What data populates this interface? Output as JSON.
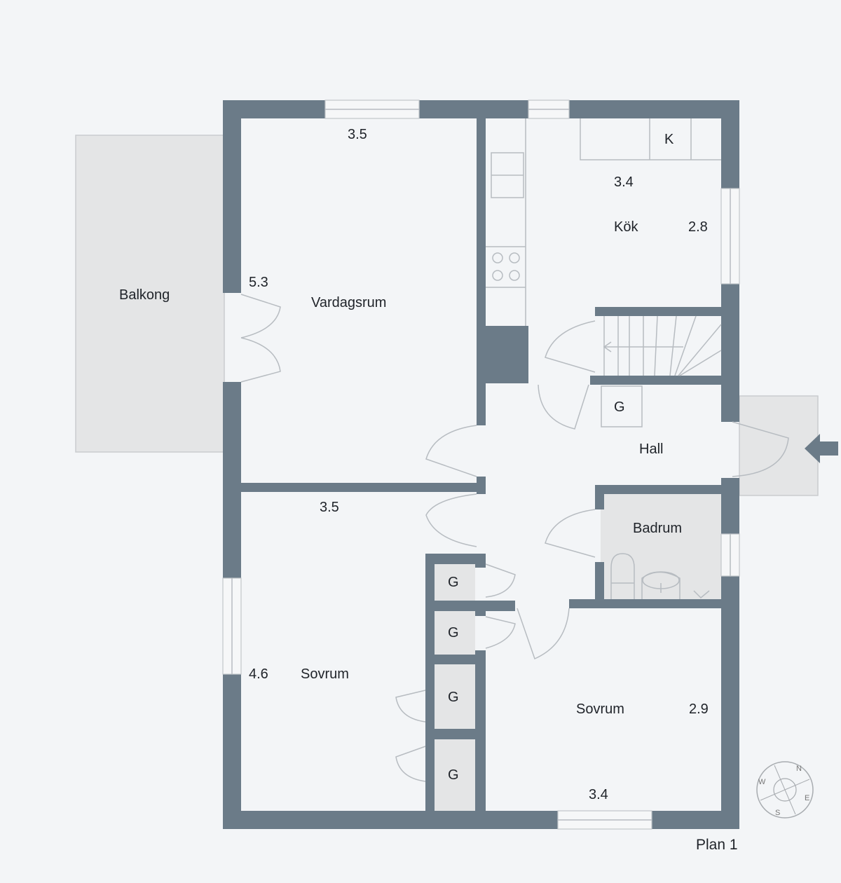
{
  "plan": {
    "title": "Plan 1",
    "colors": {
      "wall": "#6b7b88",
      "background": "#f3f5f7",
      "wet_floor": "#e4e5e6",
      "text": "#1f2329"
    },
    "rooms": {
      "balkong": {
        "label": "Balkong"
      },
      "vardagsrum": {
        "label": "Vardagsrum",
        "width": "3.5",
        "length": "5.3"
      },
      "kok": {
        "label": "Kök",
        "width": "3.4",
        "length": "2.8",
        "appliance": "K"
      },
      "hall": {
        "label": "Hall",
        "closet": "G"
      },
      "badrum": {
        "label": "Badrum"
      },
      "sovrum1": {
        "label": "Sovrum",
        "width": "3.5",
        "length": "4.6"
      },
      "sovrum2": {
        "label": "Sovrum",
        "width": "3.4",
        "length": "2.9"
      },
      "closets": [
        "G",
        "G",
        "G",
        "G"
      ]
    },
    "entrance_icon": "arrow-left-icon",
    "compass": {
      "icon": "compass-icon",
      "n": "N",
      "e": "E",
      "s": "S",
      "w": "W"
    }
  }
}
